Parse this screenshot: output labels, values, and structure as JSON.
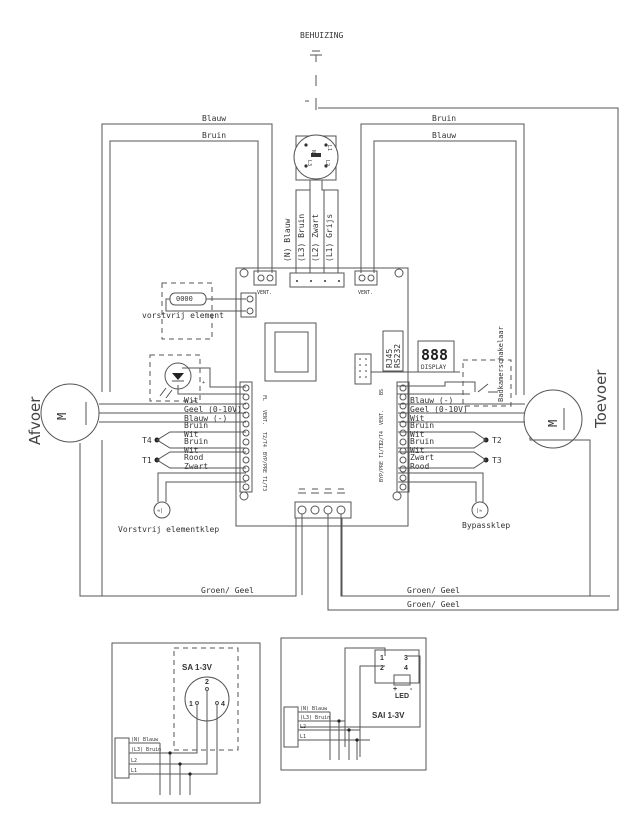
{
  "title": "Aansluitschema ventilatie-unit",
  "ground": {
    "label": "BEHUIZING"
  },
  "fans": {
    "left": {
      "label": "Afvoer",
      "symbol": "M"
    },
    "right": {
      "label": "Toevoer",
      "symbol": "M"
    }
  },
  "top_wires": {
    "left": [
      "Blauw",
      "Bruin"
    ],
    "right": [
      "Bruin",
      "Blauw"
    ]
  },
  "mains_connector": {
    "pins": [
      "N",
      "L1",
      "L2",
      "L3"
    ],
    "wires": [
      "(N) Blauw",
      "(L3) Bruin",
      "(L2) Zwart",
      "(L1) Grijs"
    ]
  },
  "board": {
    "vent_left": "VENT.",
    "vent_right": "VENT.",
    "rj45": "RJ45",
    "rs232": "RS232",
    "display_digits": "888",
    "display": "DISPLAY",
    "left_block_labels": [
      "FL",
      "VENT.",
      "T2/T4",
      "BYP/PRE T1/T3"
    ],
    "right_block_labels": [
      "BS",
      "VENT.",
      "T2/T4",
      "BYP/PRE T1/T3"
    ],
    "earth_terminals": 4
  },
  "left_side": {
    "heater": {
      "label": "vorstvrij element",
      "code": "0000"
    },
    "led_polarity": [
      "+",
      "-"
    ],
    "wires": [
      "Wit",
      "Geel (0-10V)",
      "Blauw (-)",
      "Bruin",
      "Wit",
      "Bruin",
      "Wit",
      "Rood",
      "Zwart"
    ],
    "sensors": [
      "T4",
      "T1"
    ],
    "valve": {
      "label": "Vorstvrij elementklep"
    }
  },
  "right_side": {
    "switch": {
      "label": "Badkamerschakelaar"
    },
    "wires": [
      "Blauw (-)",
      "Geel   (0-10V)",
      "Wit",
      "Bruin",
      "Wit",
      "Bruin",
      "Wit",
      "Zwart",
      "Rood"
    ],
    "sensors": [
      "T2",
      "T3"
    ],
    "valve": {
      "label": "Bypassklep"
    }
  },
  "earth_wires": [
    "Groen/ Geel",
    "Groen/ Geel",
    "Groen/ Geel"
  ],
  "inset_sa": {
    "title": "SA 1-3V",
    "pins": [
      "1",
      "2",
      "4"
    ],
    "wires": [
      "(N) Blauw",
      "(L3) Bruin",
      "L2",
      "L1"
    ]
  },
  "inset_sai": {
    "title": "SAI 1-3V",
    "pins": [
      "1",
      "3",
      "2",
      "4"
    ],
    "led": "LED",
    "led_polarity": [
      "+",
      "-"
    ],
    "wires": [
      "(N) Blauw",
      "(L3) Bruin",
      "L2",
      "L1"
    ]
  }
}
